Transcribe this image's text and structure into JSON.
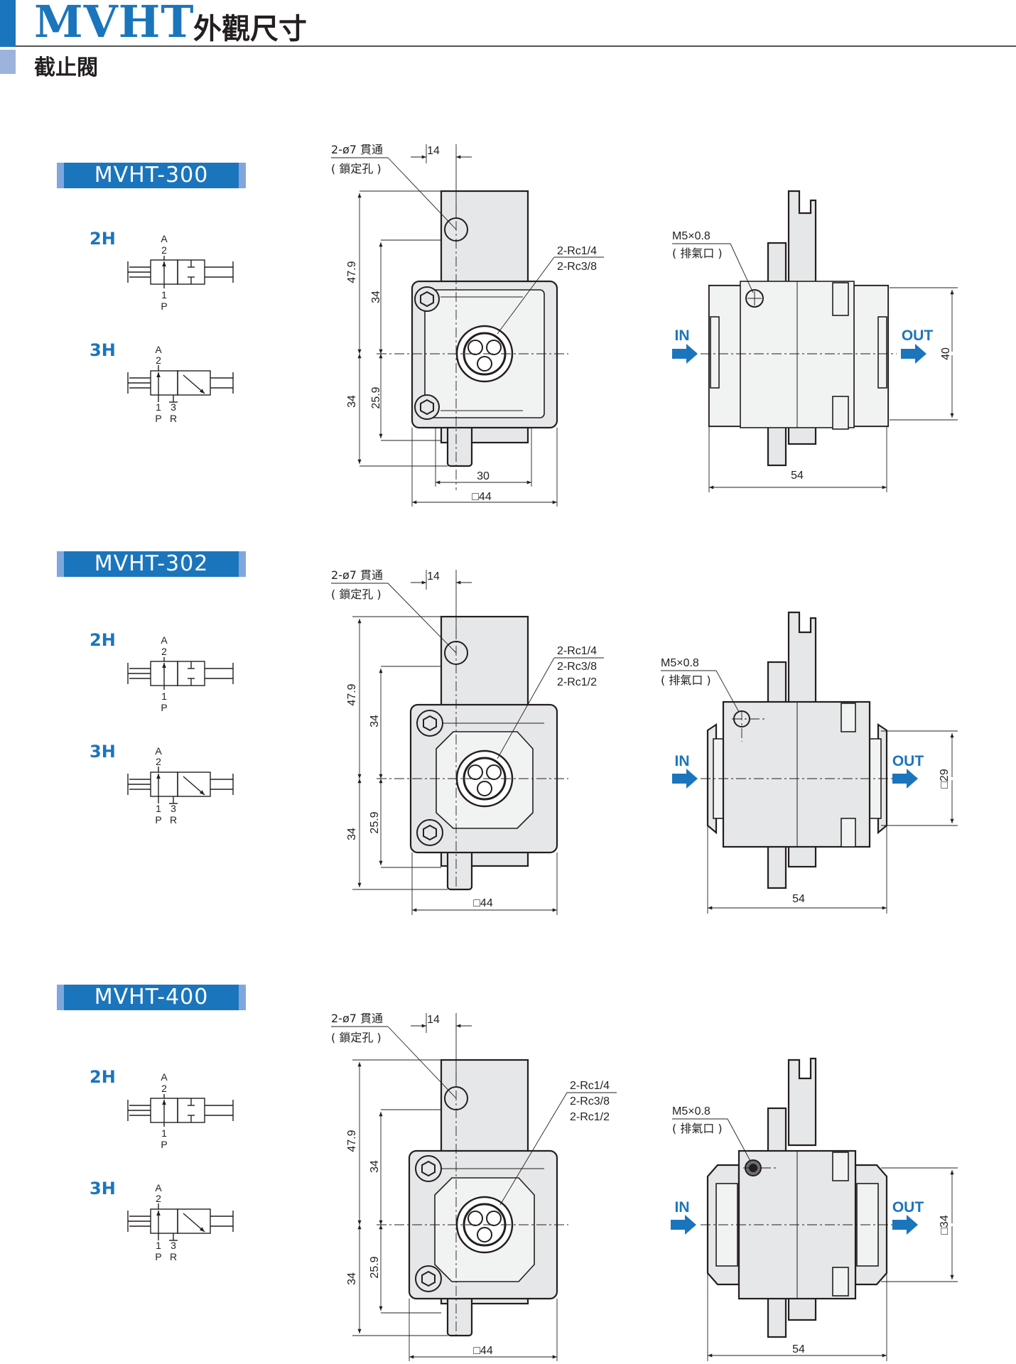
{
  "header": {
    "title_model": "MVHT",
    "title_desc": "外觀尺寸",
    "subtitle": "截止閥"
  },
  "colors": {
    "accent": "#1b75bc",
    "accent_light": "#9cb4dd"
  },
  "sections": [
    {
      "model": "MVHT-300",
      "symbol_2h": "2H",
      "symbol_3h": "3H",
      "hole_note": "2-ø7 貫通",
      "hole_note2": "( 鎖定孔 )",
      "dim_14": "14",
      "port_lines": [
        "2-Rc1/4",
        "2-Rc3/8"
      ],
      "dim_47_9": "47.9",
      "dim_34a": "34",
      "dim_34b": "34",
      "dim_25_9": "25.9",
      "dim_30": "30",
      "dim_44": "□44",
      "exhaust": "M5×0.8",
      "exhaust2": "( 排氣口 )",
      "in_label": "IN",
      "out_label": "OUT",
      "dim_side_h": "40",
      "dim_54": "54"
    },
    {
      "model": "MVHT-302",
      "symbol_2h": "2H",
      "symbol_3h": "3H",
      "hole_note": "2-ø7 貫通",
      "hole_note2": "( 鎖定孔 )",
      "dim_14": "14",
      "port_lines": [
        "2-Rc1/4",
        "2-Rc3/8",
        "2-Rc1/2"
      ],
      "dim_47_9": "47.9",
      "dim_34a": "34",
      "dim_34b": "34",
      "dim_25_9": "25.9",
      "dim_44": "□44",
      "exhaust": "M5×0.8",
      "exhaust2": "( 排氣口 )",
      "in_label": "IN",
      "out_label": "OUT",
      "dim_side_h": "□29",
      "dim_54": "54"
    },
    {
      "model": "MVHT-400",
      "symbol_2h": "2H",
      "symbol_3h": "3H",
      "hole_note": "2-ø7 貫通",
      "hole_note2": "( 鎖定孔 )",
      "dim_14": "14",
      "port_lines": [
        "2-Rc1/4",
        "2-Rc3/8",
        "2-Rc1/2"
      ],
      "dim_47_9": "47.9",
      "dim_34a": "34",
      "dim_34b": "34",
      "dim_25_9": "25.9",
      "dim_44": "□44",
      "exhaust": "M5×0.8",
      "exhaust2": "( 排氣口 )",
      "in_label": "IN",
      "out_label": "OUT",
      "dim_side_h": "□34",
      "dim_54": "54"
    }
  ],
  "symbol_ports": {
    "a": "A",
    "two": "2",
    "one": "1",
    "p": "P",
    "three": "3",
    "r": "R"
  }
}
